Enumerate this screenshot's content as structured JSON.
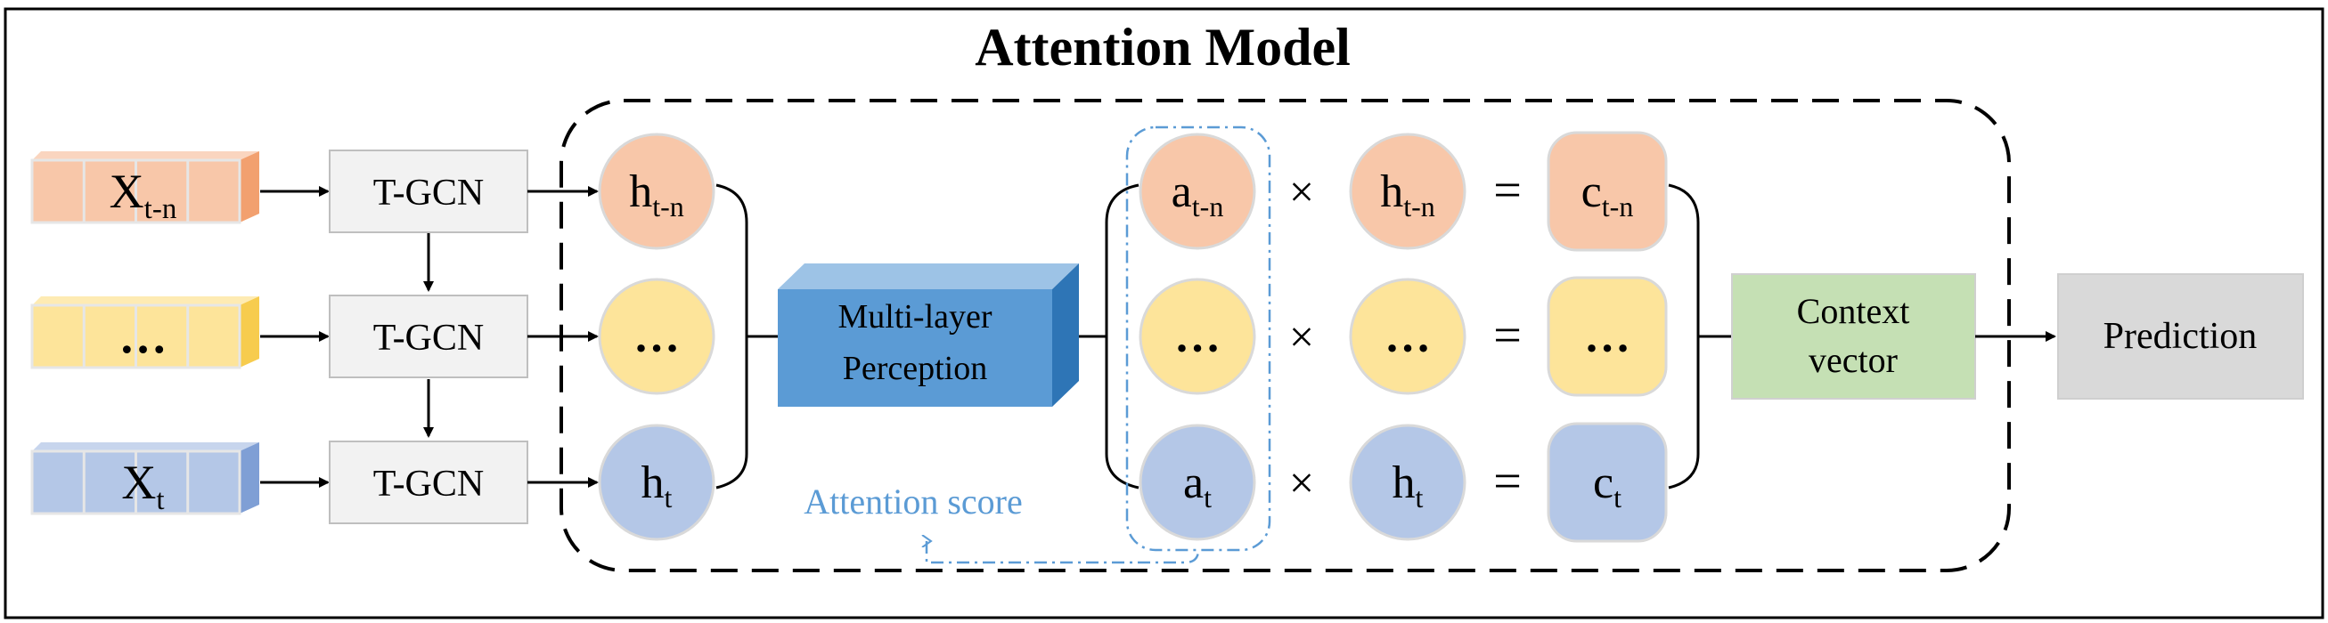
{
  "title": "Attention Model",
  "inputs": [
    {
      "main": "X",
      "sub": "t-n",
      "color": "#f8c7a9",
      "accent": "#f2a06f"
    },
    {
      "main": "…",
      "sub": "",
      "color": "#fde49a",
      "accent": "#f7cc4e"
    },
    {
      "main": "X",
      "sub": "t",
      "color": "#b4c7e7",
      "accent": "#7f9fd5"
    }
  ],
  "tgcn_label": "T-GCN",
  "hidden": [
    {
      "main": "h",
      "sub": "t-n"
    },
    {
      "main": "…",
      "sub": ""
    },
    {
      "main": "h",
      "sub": "t"
    }
  ],
  "mlp": {
    "line1": "Multi-layer",
    "line2": "Perception",
    "color": "#5b9bd5"
  },
  "attention_weights": [
    {
      "main": "a",
      "sub": "t-n"
    },
    {
      "main": "…",
      "sub": ""
    },
    {
      "main": "a",
      "sub": "t"
    }
  ],
  "multiply_symbol": "×",
  "equals_symbol": "=",
  "hidden_copy": [
    {
      "main": "h",
      "sub": "t-n"
    },
    {
      "main": "…",
      "sub": ""
    },
    {
      "main": "h",
      "sub": "t"
    }
  ],
  "context": [
    {
      "main": "c",
      "sub": "t-n"
    },
    {
      "main": "…",
      "sub": ""
    },
    {
      "main": "c",
      "sub": "t"
    }
  ],
  "attention_score_label": "Attention score",
  "context_vector": {
    "line1": "Context",
    "line2": "vector",
    "color": "#c5e0b4"
  },
  "prediction_label": "Prediction",
  "colors": {
    "orange": "#f8c7a9",
    "yellow": "#fde49a",
    "blue": "#b4c7e7",
    "score": "#5b9bd5",
    "grey_box": "#d9d9d9"
  }
}
